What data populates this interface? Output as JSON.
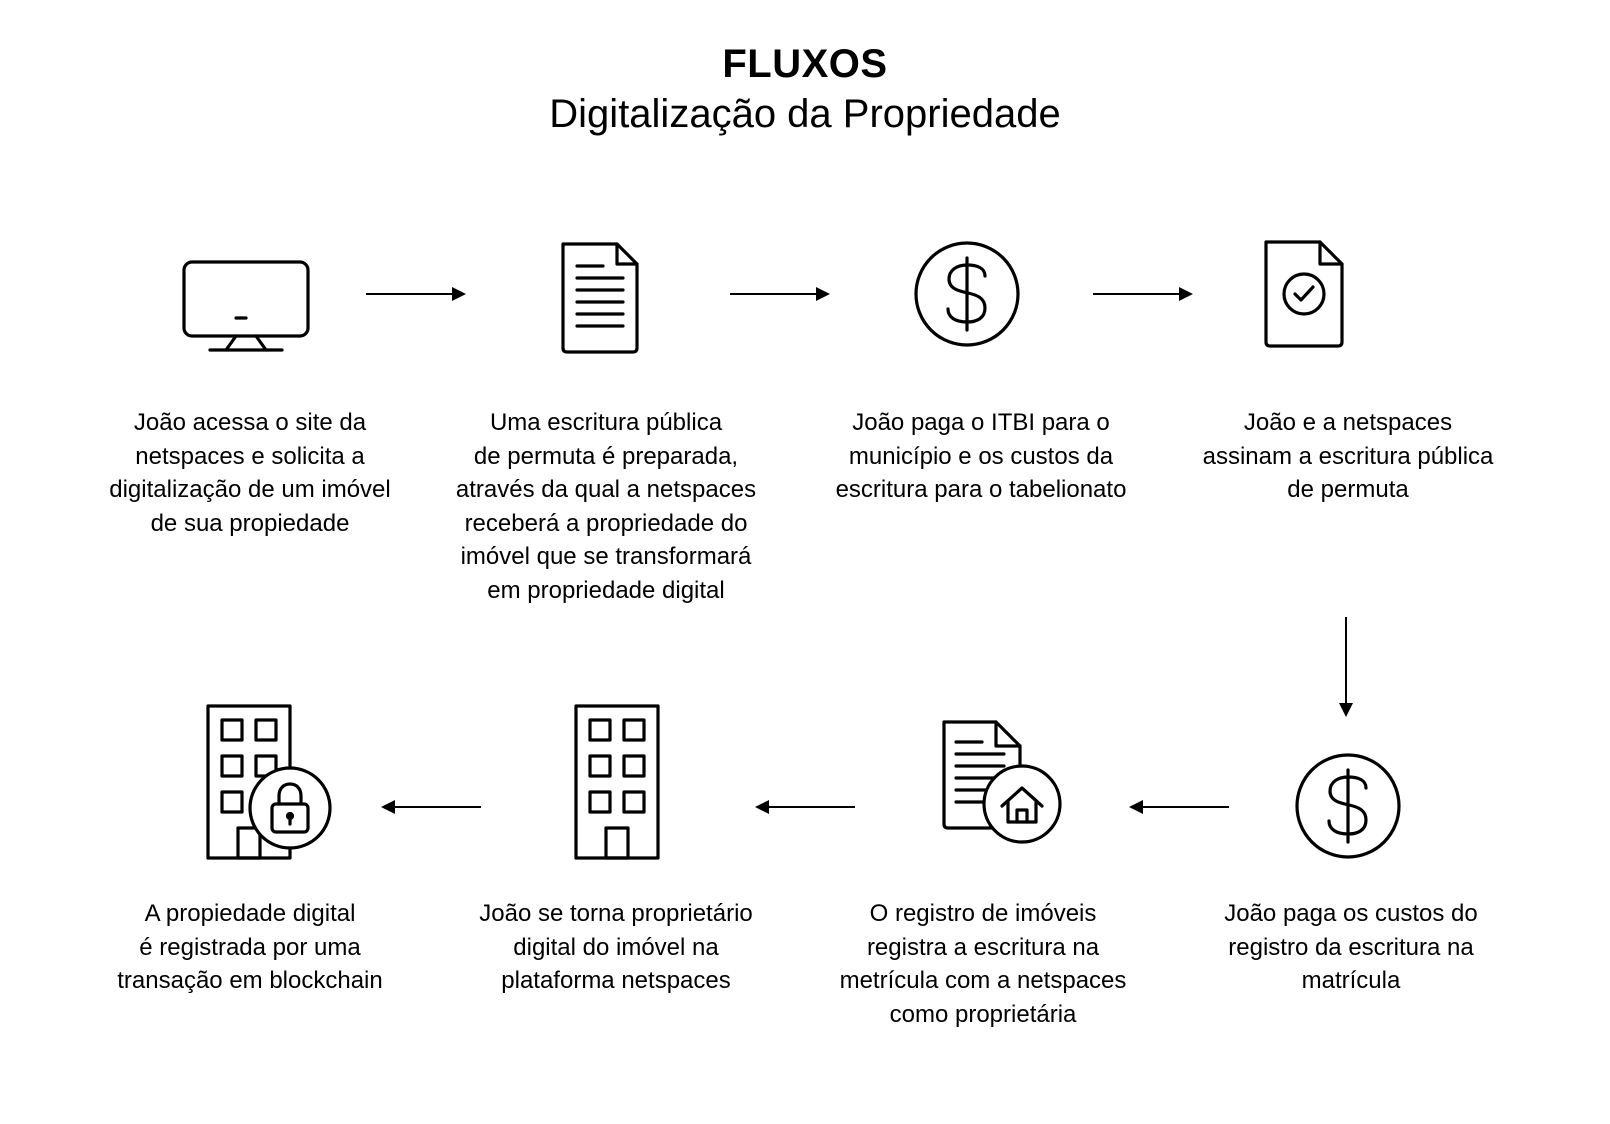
{
  "header": {
    "title": "FLUXOS",
    "subtitle": "Digitalização da Propriedade"
  },
  "steps": [
    {
      "icon": "monitor-icon",
      "caption": "João acessa o site da\nnetspaces e solicita a\ndigitalização de um imóvel\nde sua propiedade"
    },
    {
      "icon": "document-icon",
      "caption": "Uma escritura pública\nde permuta é preparada,\natravés da qual a netspaces\nreceberá a propriedade do\nimóvel que se transformará\nem propriedade digital"
    },
    {
      "icon": "dollar-icon",
      "caption": "João paga o ITBI para o\nmunicípio e os custos da\nescritura para o tabelionato"
    },
    {
      "icon": "signed-document-icon",
      "caption": "João e a netspaces\nassinam a escritura pública\nde permuta"
    },
    {
      "icon": "dollar-icon",
      "caption": "João paga os custos do\nregistro da escritura na\nmatrícula"
    },
    {
      "icon": "document-house-icon",
      "caption": "O registro de imóveis\nregistra a escritura na\nmetrícula com a netspaces\ncomo proprietária"
    },
    {
      "icon": "building-icon",
      "caption": "João se torna proprietário\ndigital do imóvel na\nplataforma netspaces"
    },
    {
      "icon": "building-lock-icon",
      "caption": "A propiedade digital\né registrada por uma\ntransação em blockchain"
    }
  ]
}
